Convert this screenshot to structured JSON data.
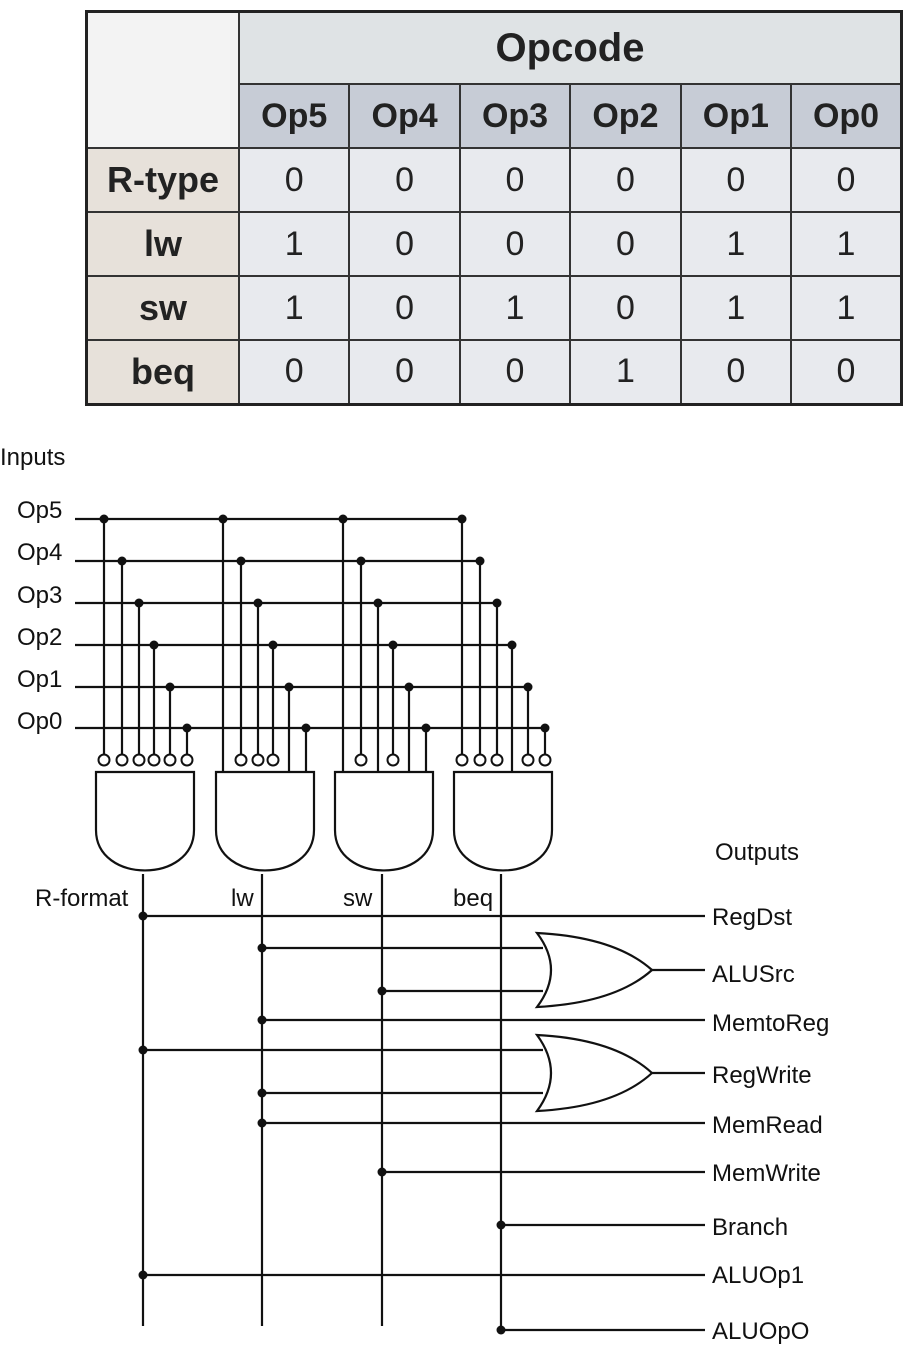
{
  "table": {
    "header": "Opcode",
    "columns": [
      "Op5",
      "Op4",
      "Op3",
      "Op2",
      "Op1",
      "Op0"
    ],
    "rows": [
      {
        "label": "R-type",
        "values": [
          "0",
          "0",
          "0",
          "0",
          "0",
          "0"
        ]
      },
      {
        "label": "lw",
        "values": [
          "1",
          "0",
          "0",
          "0",
          "1",
          "1"
        ]
      },
      {
        "label": "sw",
        "values": [
          "1",
          "0",
          "1",
          "0",
          "1",
          "1"
        ]
      },
      {
        "label": "beq",
        "values": [
          "0",
          "0",
          "0",
          "1",
          "0",
          "0"
        ]
      }
    ]
  },
  "circuit": {
    "inputs_title": "Inputs",
    "outputs_title": "Outputs",
    "inputs": [
      "Op5",
      "Op4",
      "Op3",
      "Op2",
      "Op1",
      "Op0"
    ],
    "gate_labels": [
      "R-format",
      "lw",
      "sw",
      "beq"
    ],
    "outputs": [
      "RegDst",
      "ALUSrc",
      "MemtoReg",
      "RegWrite",
      "MemRead",
      "MemWrite",
      "Branch",
      "ALUOp1",
      "ALUOpO"
    ]
  }
}
